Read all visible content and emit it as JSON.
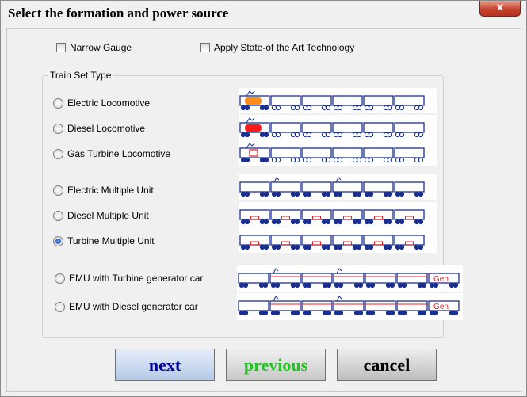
{
  "window": {
    "title": "Select the formation and power source",
    "close_label": "x"
  },
  "options": {
    "narrow_gauge": "Narrow Gauge",
    "state_of_art": "Apply State-of the Art Technology"
  },
  "train_set": {
    "legend": "Train Set Type",
    "items": [
      {
        "label": "Electric Locomotive",
        "selected": false
      },
      {
        "label": "Diesel  Locomotive",
        "selected": false
      },
      {
        "label": "Gas Turbine  Locomotive",
        "selected": false
      },
      {
        "label": "Electric Multiple Unit",
        "selected": false
      },
      {
        "label": "Diesel Multiple Unit",
        "selected": false
      },
      {
        "label": "Turbine Multiple Unit",
        "selected": true
      },
      {
        "label": "EMU with Turbine generator car",
        "selected": false
      },
      {
        "label": "EMU with Diesel generator car",
        "selected": false
      }
    ],
    "gen_label": "Gen"
  },
  "buttons": {
    "next": "next",
    "previous": "previous",
    "cancel": "cancel"
  },
  "colors": {
    "car_outline": "#1a2f8f",
    "wheel": "#1a2f8f",
    "loco_electric": "#ff8c1a",
    "loco_diesel": "#ff1a1a",
    "accent_red": "#e02020"
  }
}
